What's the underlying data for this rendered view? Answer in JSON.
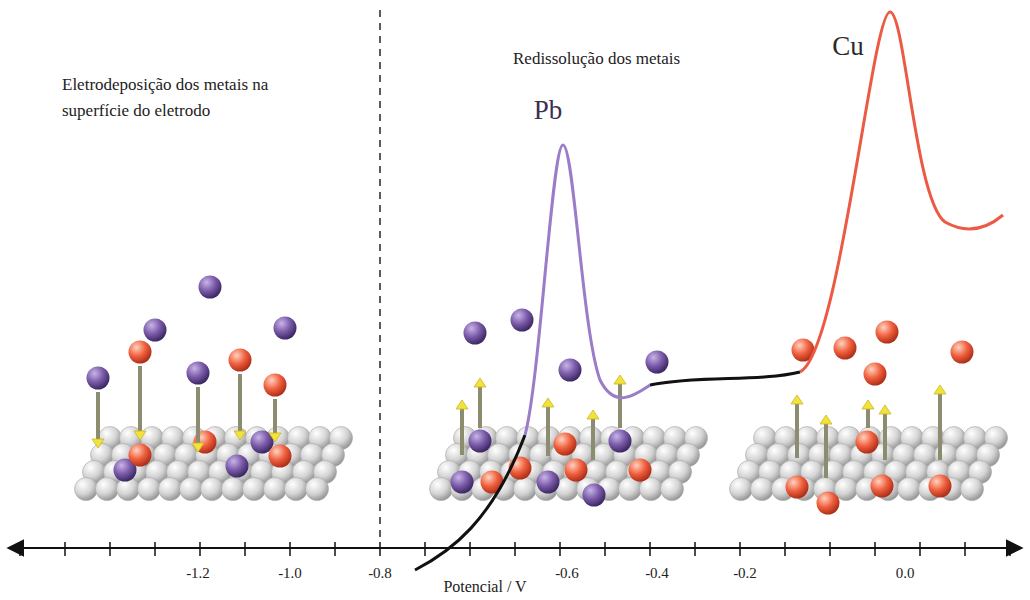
{
  "diagram": {
    "labels": [
      "Eletrodeposição dos metais na superfície do eletrodo",
      "Redissolução dos metais",
      "Pb",
      "Cu",
      "-1.2",
      "-1.0",
      "-0.8",
      "-0.6",
      "-0.4",
      "-0.2",
      "0.0",
      "Potencial / V"
    ]
  }
}
